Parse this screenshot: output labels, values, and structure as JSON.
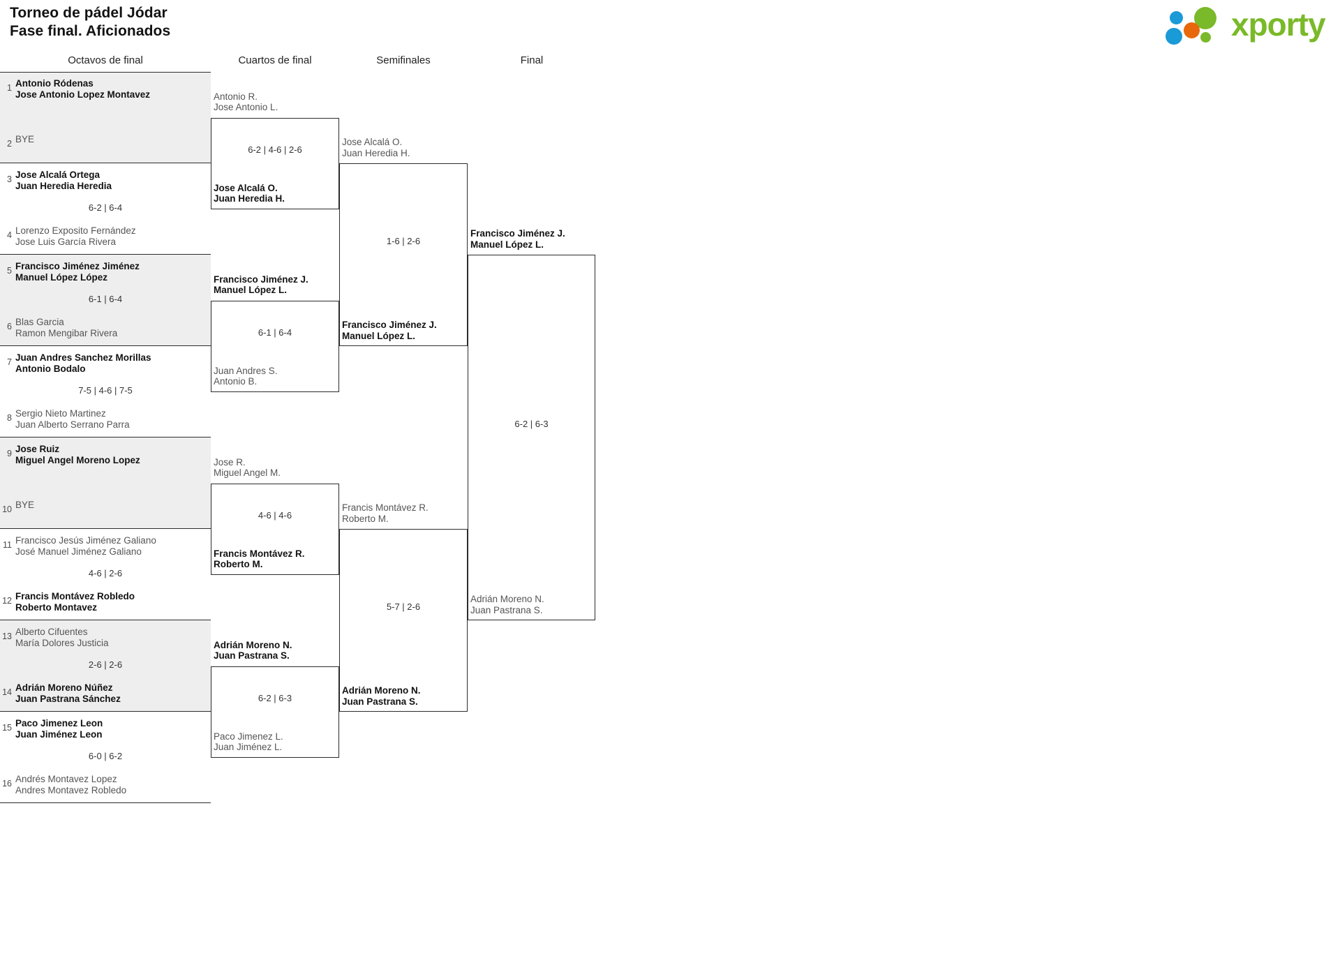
{
  "header": {
    "title_line1": "Torneo de pádel Jódar",
    "title_line2": "Fase final. Aficionados",
    "logo_text": "xporty",
    "logo_colors": {
      "green": "#7ab929",
      "blue": "#1a9ad7",
      "orange": "#e8690b"
    }
  },
  "rounds": [
    {
      "id": "r1",
      "label": "Octavos de final"
    },
    {
      "id": "r2",
      "label": "Cuartos de final"
    },
    {
      "id": "r3",
      "label": "Semifinales"
    },
    {
      "id": "r4",
      "label": "Final"
    }
  ],
  "round1": {
    "matches": [
      {
        "score": "",
        "top": {
          "seed": "1",
          "p1": "Antonio Ródenas",
          "p2": "Jose Antonio Lopez Montavez",
          "result": "win"
        },
        "bottom": {
          "seed": "2",
          "bye": "BYE",
          "result": "bye"
        }
      },
      {
        "score": "6-2 | 6-4",
        "top": {
          "seed": "3",
          "p1": "Jose Alcalá Ortega",
          "p2": "Juan Heredia Heredia",
          "result": "win"
        },
        "bottom": {
          "seed": "4",
          "p1": "Lorenzo Exposito Fernández",
          "p2": "Jose Luis García Rivera",
          "result": "lose"
        }
      },
      {
        "score": "6-1 | 6-4",
        "top": {
          "seed": "5",
          "p1": "Francisco Jiménez Jiménez",
          "p2": "Manuel López López",
          "result": "win"
        },
        "bottom": {
          "seed": "6",
          "p1": "Blas Garcia",
          "p2": "Ramon Mengibar Rivera",
          "result": "lose"
        }
      },
      {
        "score": "7-5 | 4-6 | 7-5",
        "top": {
          "seed": "7",
          "p1": "Juan Andres Sanchez Morillas",
          "p2": "Antonio Bodalo",
          "result": "win"
        },
        "bottom": {
          "seed": "8",
          "p1": "Sergio Nieto Martinez",
          "p2": "Juan Alberto Serrano Parra",
          "result": "lose"
        }
      },
      {
        "score": "",
        "top": {
          "seed": "9",
          "p1": "Jose Ruiz",
          "p2": "Miguel Angel Moreno Lopez",
          "result": "win"
        },
        "bottom": {
          "seed": "10",
          "bye": "BYE",
          "result": "bye"
        }
      },
      {
        "score": "4-6 | 2-6",
        "top": {
          "seed": "11",
          "p1": "Francisco Jesús Jiménez Galiano",
          "p2": "José Manuel Jiménez Galiano",
          "result": "lose"
        },
        "bottom": {
          "seed": "12",
          "p1": "Francis Montávez Robledo",
          "p2": "Roberto Montavez",
          "result": "win"
        }
      },
      {
        "score": "2-6 | 2-6",
        "top": {
          "seed": "13",
          "p1": "Alberto Cifuentes",
          "p2": "María Dolores Justicia",
          "result": "lose"
        },
        "bottom": {
          "seed": "14",
          "p1": "Adrián Moreno Núñez",
          "p2": "Juan Pastrana Sánchez",
          "result": "win"
        }
      },
      {
        "score": "6-0 | 6-2",
        "top": {
          "seed": "15",
          "p1": "Paco Jimenez Leon",
          "p2": "Juan Jiménez Leon",
          "result": "win"
        },
        "bottom": {
          "seed": "16",
          "p1": "Andrés Montavez Lopez",
          "p2": "Andres Montavez Robledo",
          "result": "lose"
        }
      }
    ]
  },
  "round2": {
    "matches": [
      {
        "score": "6-2 | 4-6 | 2-6",
        "top": {
          "p1": "Antonio R.",
          "p2": "Jose Antonio L.",
          "result": "lose"
        },
        "bottom": {
          "p1": "Jose Alcalá O.",
          "p2": "Juan Heredia H.",
          "result": "win"
        }
      },
      {
        "score": "6-1 | 6-4",
        "top": {
          "p1": "Francisco Jiménez J.",
          "p2": "Manuel López L.",
          "result": "win"
        },
        "bottom": {
          "p1": "Juan Andres S.",
          "p2": "Antonio B.",
          "result": "lose"
        }
      },
      {
        "score": "4-6 | 4-6",
        "top": {
          "p1": "Jose R.",
          "p2": "Miguel Angel M.",
          "result": "lose"
        },
        "bottom": {
          "p1": "Francis Montávez R.",
          "p2": "Roberto M.",
          "result": "win"
        }
      },
      {
        "score": "6-2 | 6-3",
        "top": {
          "p1": "Adrián Moreno N.",
          "p2": "Juan Pastrana S.",
          "result": "win"
        },
        "bottom": {
          "p1": "Paco Jimenez L.",
          "p2": "Juan Jiménez L.",
          "result": "lose"
        }
      }
    ]
  },
  "round3": {
    "matches": [
      {
        "score": "1-6 | 2-6",
        "top": {
          "p1": "Jose Alcalá O.",
          "p2": "Juan Heredia H.",
          "result": "lose"
        },
        "bottom": {
          "p1": "Francisco Jiménez J.",
          "p2": "Manuel López L.",
          "result": "win"
        }
      },
      {
        "score": "5-7 | 2-6",
        "top": {
          "p1": "Francis Montávez R.",
          "p2": "Roberto M.",
          "result": "lose"
        },
        "bottom": {
          "p1": "Adrián Moreno N.",
          "p2": "Juan Pastrana S.",
          "result": "win"
        }
      }
    ]
  },
  "round4": {
    "matches": [
      {
        "score": "6-2 | 6-3",
        "top": {
          "p1": "Francisco Jiménez J.",
          "p2": "Manuel López L.",
          "result": "win"
        },
        "bottom": {
          "p1": "Adrián Moreno N.",
          "p2": "Juan Pastrana S.",
          "result": "lose"
        }
      }
    ]
  }
}
